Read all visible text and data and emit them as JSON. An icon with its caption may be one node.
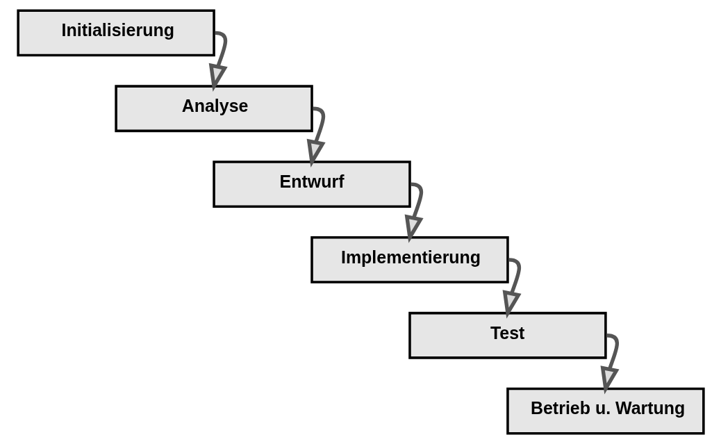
{
  "diagram": {
    "nodes": [
      {
        "text": [
          "Initialisierung"
        ]
      },
      {
        "text": [
          "Analyse"
        ]
      },
      {
        "text": [
          "Entwurf"
        ]
      },
      {
        "text": [
          "Implementierung"
        ]
      },
      {
        "text": [
          "Test"
        ]
      },
      {
        "text": [
          "Betrieb u. Wartung"
        ]
      }
    ],
    "edges": [
      {
        "from": 0,
        "to": 1,
        "arrow": "to"
      },
      {
        "from": 1,
        "to": 2,
        "arrow": "to"
      },
      {
        "from": 2,
        "to": 3,
        "arrow": "to"
      },
      {
        "from": 3,
        "to": 4,
        "arrow": "to"
      },
      {
        "from": 4,
        "to": 5,
        "arrow": "to"
      }
    ]
  }
}
